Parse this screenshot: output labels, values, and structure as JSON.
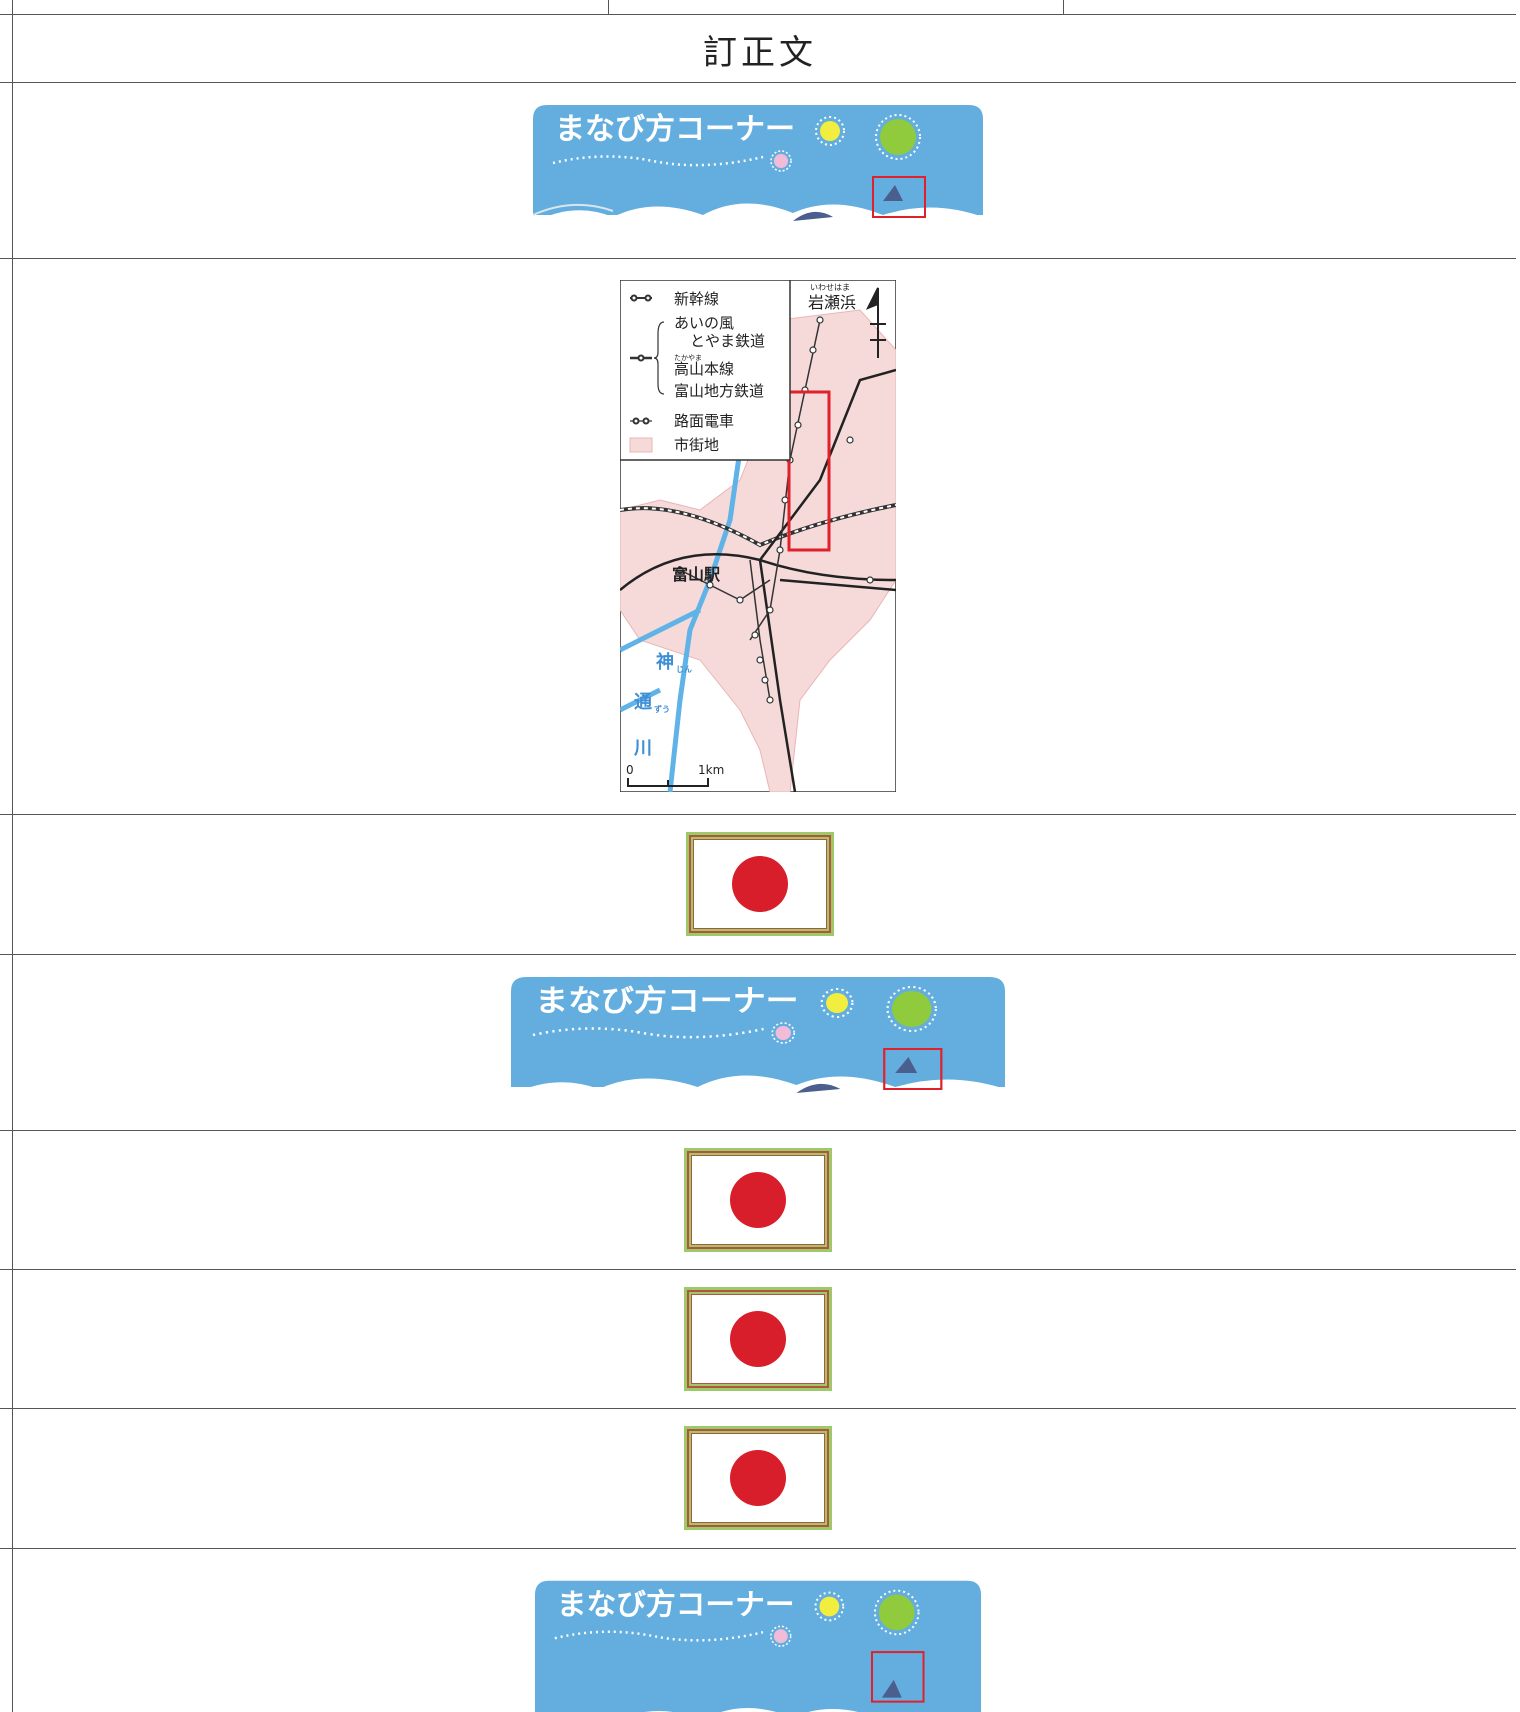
{
  "document": {
    "title": "訂正文"
  },
  "banner": {
    "text": "まなび方コーナー"
  },
  "map": {
    "legend": [
      {
        "label": "新幹線"
      },
      {
        "label": "あいの風"
      },
      {
        "label": "とやま鉄道"
      },
      {
        "label": "高山本線",
        "ruby": "たかやま"
      },
      {
        "label": "富山地方鉄道"
      },
      {
        "label": "路面電車"
      },
      {
        "label": "市街地"
      }
    ],
    "place_top": "岩瀬浜",
    "place_top_ruby": "いわせはま",
    "station": "富山駅",
    "river_chars": [
      "神",
      "通",
      "川"
    ],
    "river_ruby": [
      "じん",
      "ずう"
    ],
    "scale_zero": "0",
    "scale_end": "1km"
  },
  "colors": {
    "banner_sky": "#63aede",
    "flag_red": "#d81e2a",
    "frame_green": "#9cc96a",
    "frame_brown": "#b5533f",
    "urban_pink": "#f6dada",
    "river_blue": "#5fb3e6",
    "highlight_red": "#e0202a"
  },
  "icons": {
    "flag": "japan-flag-icon",
    "banner_sun_yellow": "yellow-sun-icon",
    "banner_sun_green": "green-sun-icon",
    "banner_flower": "pink-flower-icon",
    "banner_fish": "fish-icon",
    "map_north": "north-arrow-icon"
  }
}
